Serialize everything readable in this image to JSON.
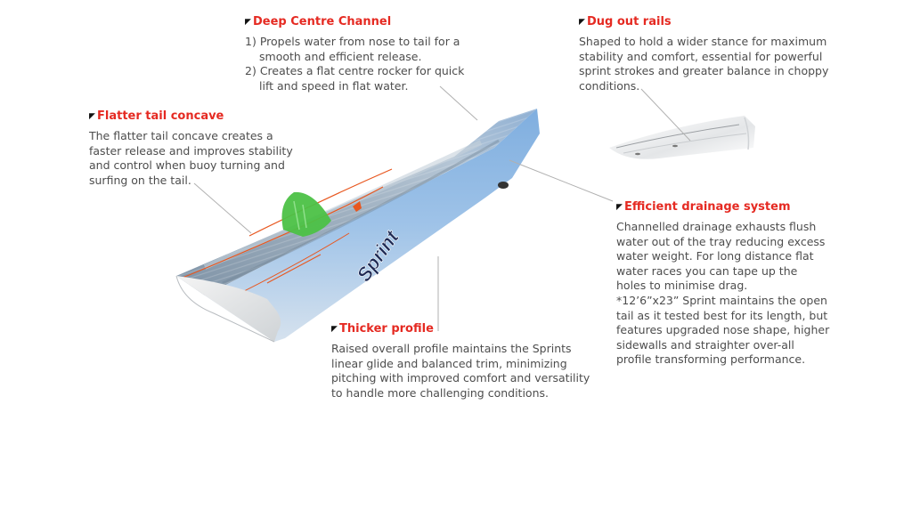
{
  "callouts": {
    "deep_centre": {
      "title": "Deep Centre Channel",
      "items": [
        {
          "num": "1)",
          "text": "Propels water from nose to tail for a smooth and efficient release."
        },
        {
          "num": "2)",
          "text": "Creates a flat centre rocker for quick lift and speed in flat water."
        }
      ]
    },
    "dug_out": {
      "title": "Dug out rails",
      "text": "Shaped to hold a wider stance for maximum stability and comfort, essential for powerful sprint strokes and greater balance in choppy conditions."
    },
    "flatter_tail": {
      "title": "Flatter tail concave",
      "text": "The flatter tail concave creates a faster release and improves stability and control when buoy turning and surfing on the tail."
    },
    "drainage": {
      "title": "Efficient drainage system",
      "text": "Channelled drainage exhausts flush water out of the tray reducing excess water weight. For long distance flat water races you can tape up the holes to minimise drag.",
      "note": "*12’6”x23” Sprint maintains the open tail as it tested best for its length, but features upgraded nose shape, higher sidewalls and straighter over-all profile transforming performance."
    },
    "thicker": {
      "title": "Thicker profile",
      "text": "Raised overall profile maintains the Sprints linear glide and balanced trim, minimizing pitching with improved comfort and versatility to handle more challenging conditions."
    }
  },
  "board": {
    "logo_text": "Sprint",
    "fin_color": "#4cc146",
    "accent_color": "#e8571f",
    "marker_glyph": "◤"
  },
  "colors": {
    "title": "#e52a22",
    "text": "#4d4d4d",
    "leader": "#b0b0b0"
  }
}
